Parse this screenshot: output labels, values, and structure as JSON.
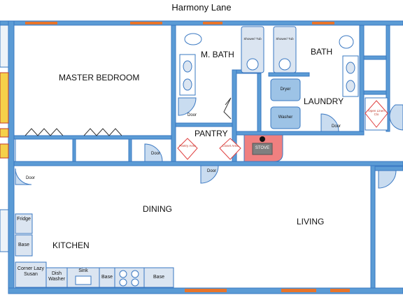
{
  "street_name": "Harmony Lane",
  "rooms": {
    "master_bedroom": "MASTER BEDROOM",
    "master_bath": "M. BATH",
    "bath": "BATH",
    "laundry": "LAUNDRY",
    "pantry": "PANTRY",
    "dining": "DINING",
    "living": "LIVING",
    "kitchen": "KITCHEN"
  },
  "fixtures": {
    "shower_tub": "Shower/ Tub",
    "dryer": "Dryer",
    "washer": "Washer",
    "pantry_area": "Pantry Area",
    "closet_area": "Closet Area",
    "open_linen_closet": "Open Linen Clo",
    "stove": "STOVE",
    "fridge": "Fridge",
    "base": "Base",
    "corner_lazy_susan": "Corner Lazy Susan",
    "dish_washer": "Dish Washer",
    "sink": "Sink",
    "door": "Door"
  },
  "colors": {
    "wall": "#3a78c2",
    "wall_fill": "#5b9bd5",
    "window": "#e8742a",
    "fixture_fill": "#dbe5f1",
    "appliance_fill": "#bdd7ee",
    "stove_area": "#f08080",
    "red_label": "#c0392b"
  }
}
